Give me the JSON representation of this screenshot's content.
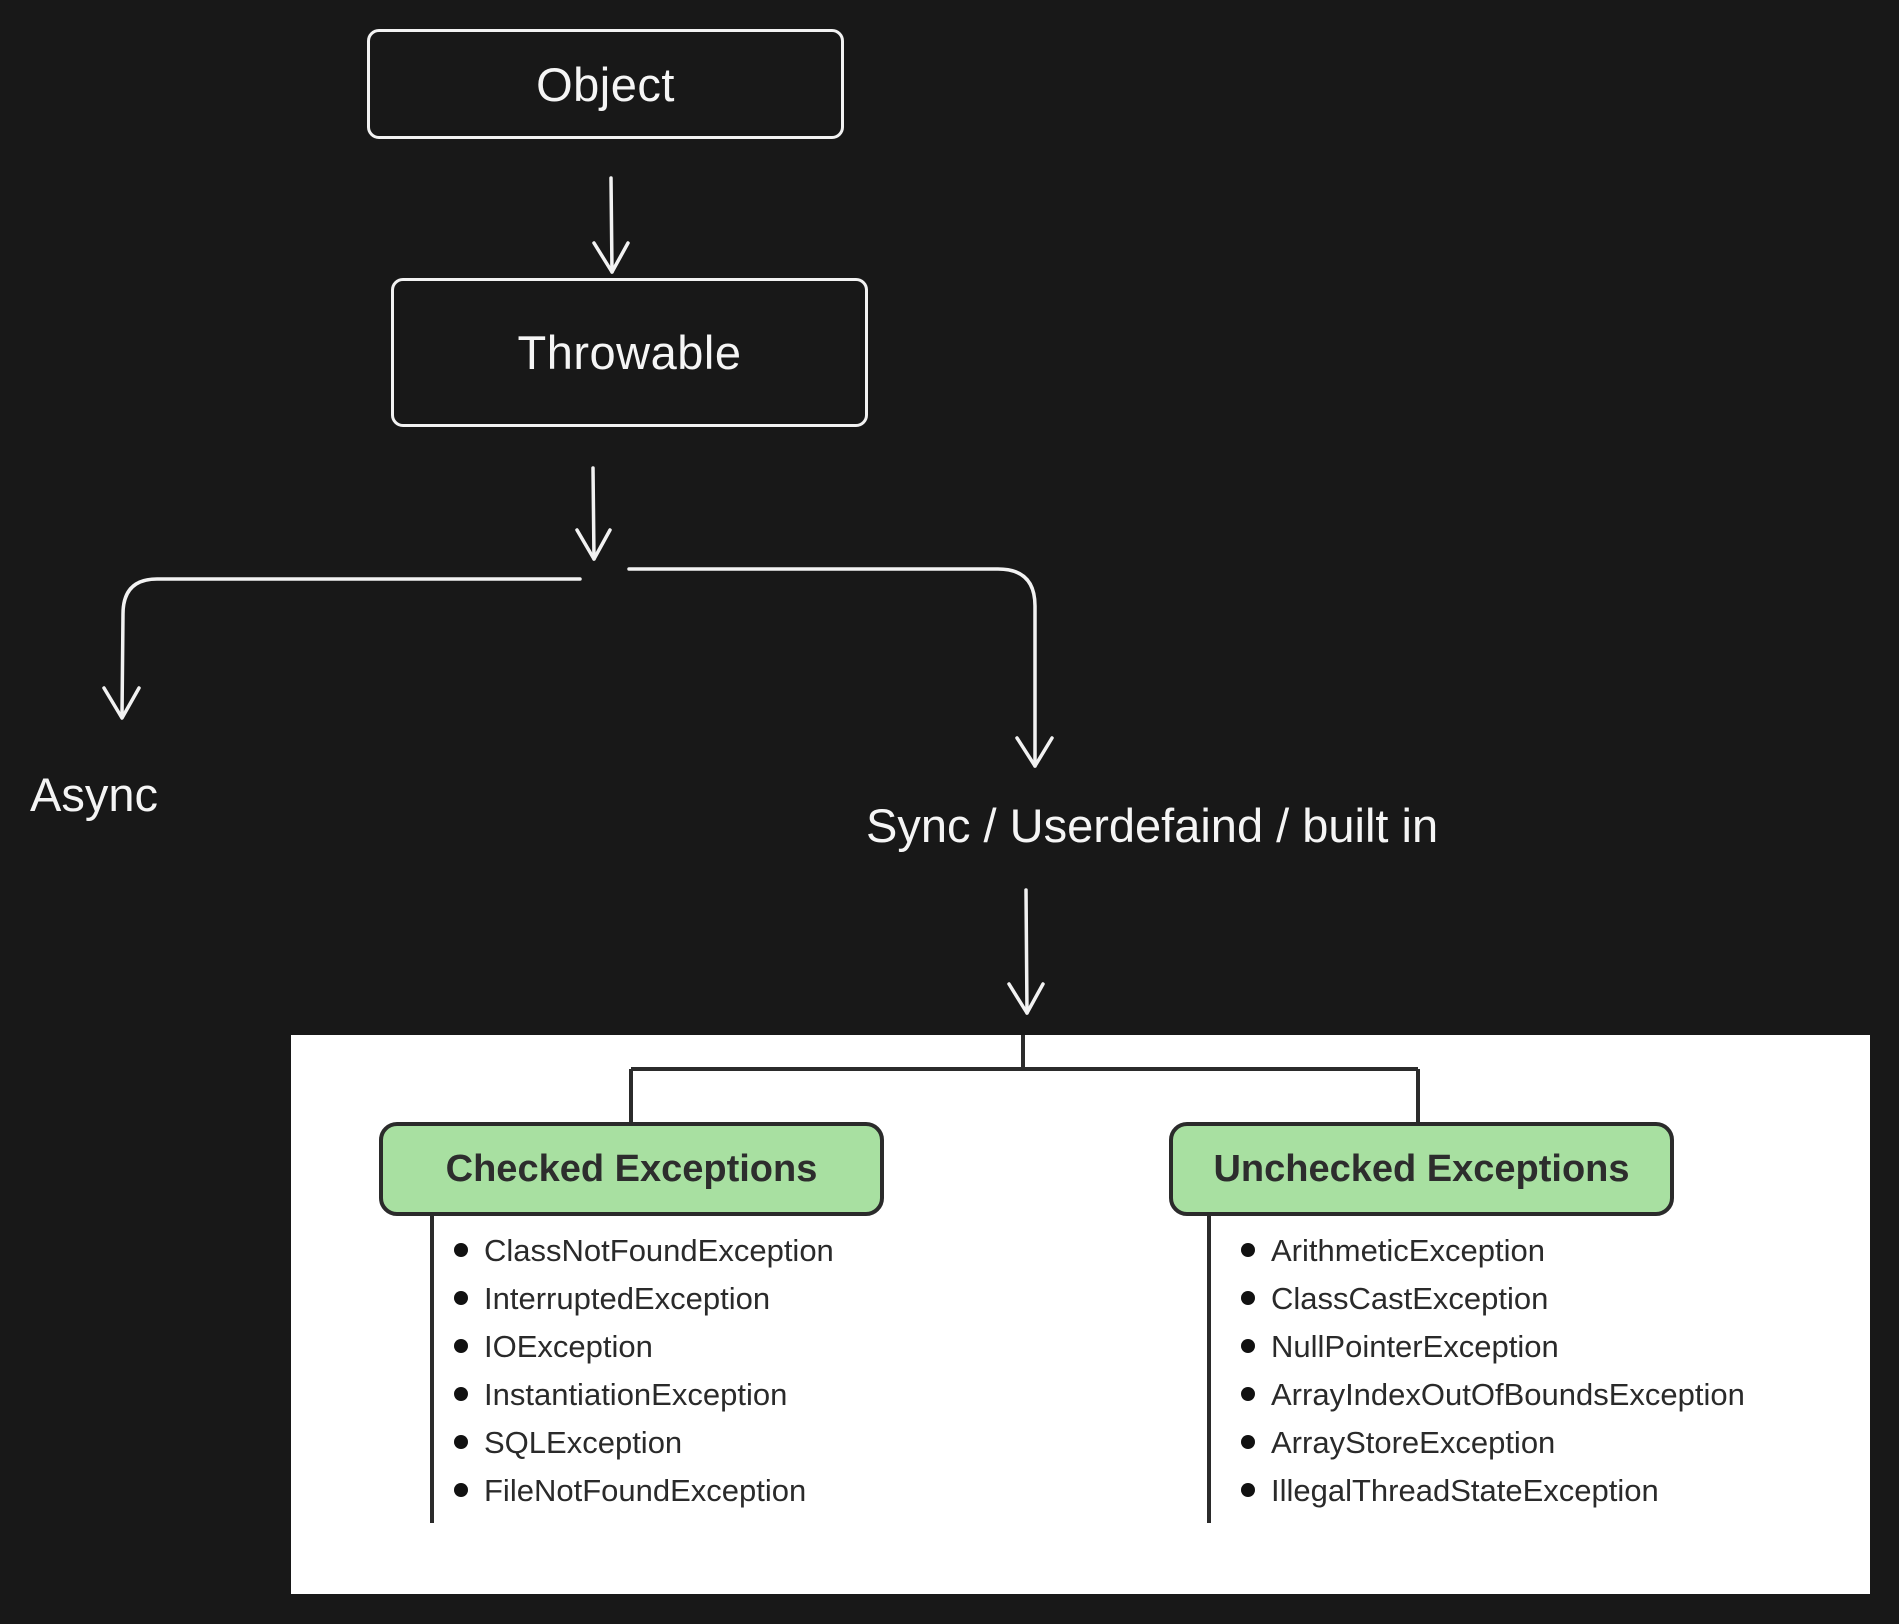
{
  "nodes": {
    "object": "Object",
    "throwable": "Throwable",
    "async": "Async",
    "sync": "Sync / Userdefaind / built in"
  },
  "checked": {
    "title": "Checked Exceptions",
    "items": [
      "ClassNotFoundException",
      "InterruptedException",
      "IOException",
      "InstantiationException",
      "SQLException",
      "FileNotFoundException"
    ]
  },
  "unchecked": {
    "title": "Unchecked Exceptions",
    "items": [
      "ArithmeticException",
      "ClassCastException",
      "NullPointerException",
      "ArrayIndexOutOfBoundsException",
      "ArrayStoreException",
      "IllegalThreadStateException"
    ]
  },
  "colors": {
    "background": "#181818",
    "stroke": "#f2f2f2",
    "panel": "#ffffff",
    "category_fill": "#a8e0a1",
    "category_border": "#2b2b2b"
  }
}
